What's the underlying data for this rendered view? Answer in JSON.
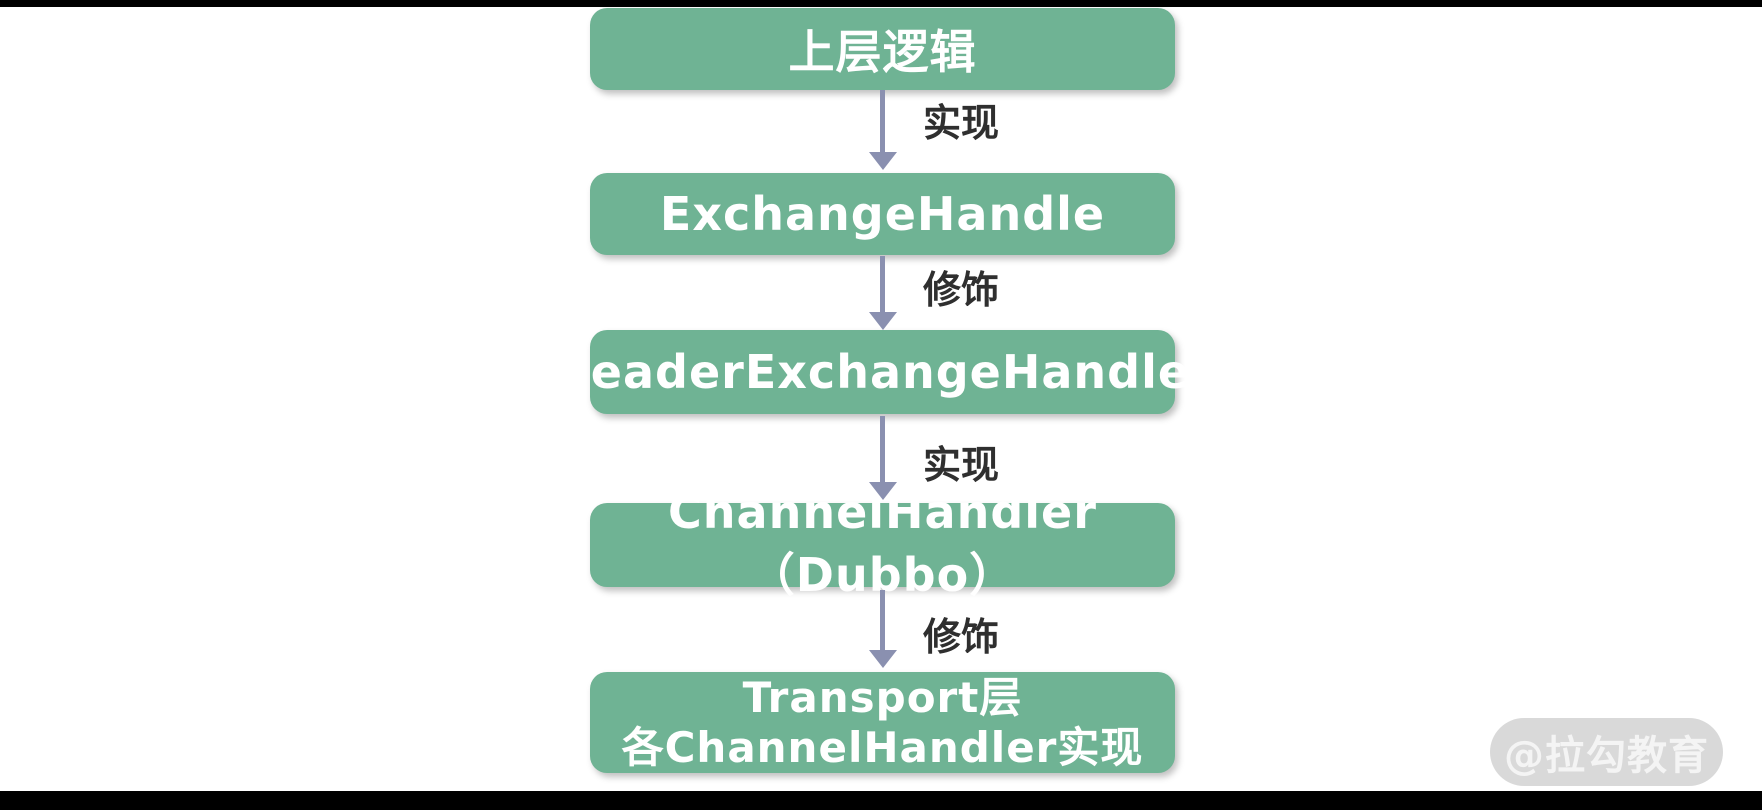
{
  "colors": {
    "background": "#ffffff",
    "letterbox": "#000000",
    "node_fill": "#6fb394",
    "node_text": "#ffffff",
    "arrow": "#8a90b0",
    "edge_label_text": "#2f2f2f",
    "watermark_bg": "#d9d9d9",
    "watermark_text": "#f4f4f4"
  },
  "diagram": {
    "type": "vertical-flowchart",
    "nodes": [
      {
        "id": "upper-logic",
        "label": "上层逻辑"
      },
      {
        "id": "exchange-handle",
        "label": "ExchangeHandle"
      },
      {
        "id": "header-exchange-handler",
        "label": "HeaderExchangeHandler"
      },
      {
        "id": "channel-handler-dubbo",
        "label": "ChannelHandler（Dubbo）"
      },
      {
        "id": "transport-layer",
        "lines": [
          "Transport层",
          "各ChannelHandler实现"
        ]
      }
    ],
    "edges": [
      {
        "from": "upper-logic",
        "to": "exchange-handle",
        "label": "实现"
      },
      {
        "from": "exchange-handle",
        "to": "header-exchange-handler",
        "label": "修饰"
      },
      {
        "from": "header-exchange-handler",
        "to": "channel-handler-dubbo",
        "label": "实现"
      },
      {
        "from": "channel-handler-dubbo",
        "to": "transport-layer",
        "label": "修饰"
      }
    ]
  },
  "watermark": {
    "text": "@拉勾教育"
  }
}
